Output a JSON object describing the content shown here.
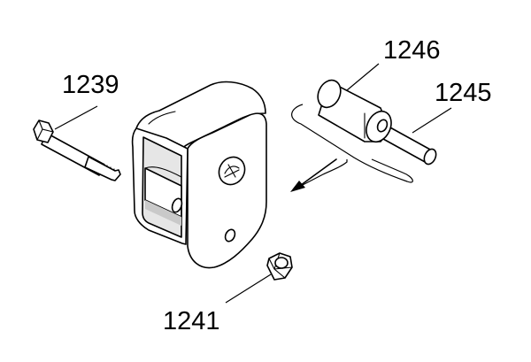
{
  "labels": {
    "bolt": "1239",
    "spacer": "1246",
    "pin": "1245",
    "nut": "1241"
  },
  "colors": {
    "line": "#000000",
    "background": "#ffffff"
  },
  "icons": {
    "logo": "ae-logo-emblem"
  }
}
